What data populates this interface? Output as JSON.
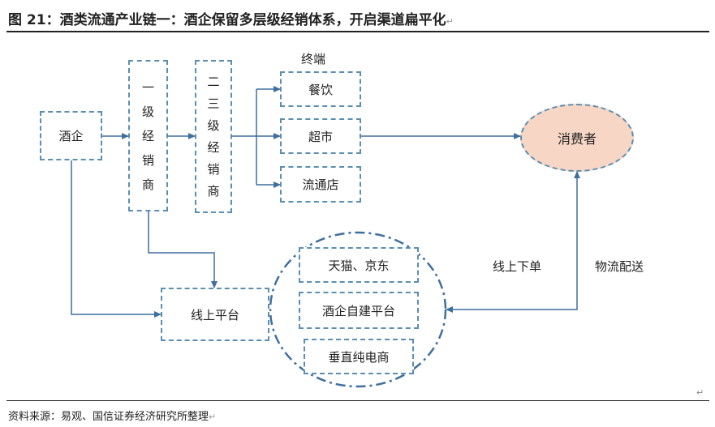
{
  "title": "图 21：酒类流通产业链一：酒企保留多层级经销体系，开启渠道扁平化",
  "source": "资料来源：易观、国信证券经济研究所整理",
  "nodes": {
    "winery": "酒企",
    "first_distributor": [
      "一",
      "级",
      "经",
      "销",
      "商"
    ],
    "second_distributor": [
      "二",
      "三",
      "级",
      "经",
      "销",
      "商"
    ],
    "terminal_label": "终端",
    "restaurant": "餐饮",
    "supermarket": "超市",
    "store": "流通店",
    "consumer": "消费者",
    "online_platform": "线上平台",
    "tmall_jd": "天猫、京东",
    "winery_platform": "酒企自建平台",
    "vertical_ecommerce": "垂直纯电商"
  },
  "labels": {
    "online_order": "线上下单",
    "logistics": "物流配送"
  },
  "colors": {
    "line": "#3f6f9e",
    "box_border": "#5b8fb1",
    "consumer_fill": "#f7d6c6"
  }
}
